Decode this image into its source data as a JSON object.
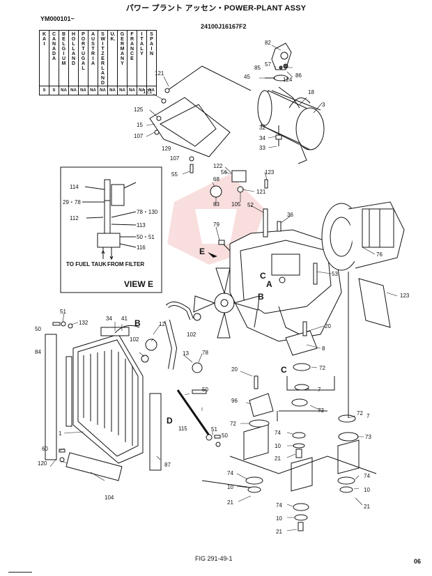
{
  "header": {
    "title": "パワー プラント アッセン・POWER-PLANT ASSY",
    "serial_from": "YM000101~",
    "assembly_number": "24100J16167F2"
  },
  "country_table": {
    "names": [
      "KAI",
      "CANADA",
      "BELGIUM",
      "HOLLAND",
      "PORTUGAL",
      "AUSTRIA",
      "SWITZERLAND",
      "U.K.",
      "GERMANY",
      "FRANCE",
      "ITALY",
      "SPAIN"
    ],
    "codes": [
      "S",
      "S",
      "NA",
      "NA",
      "NA",
      "NA",
      "NA",
      "NA",
      "NA",
      "NA",
      "NA",
      "NA"
    ]
  },
  "view_e": {
    "title": "VIEW E",
    "to_fuel_tank": "TO FUEL TAUK",
    "from_filter": "FROM FILTER",
    "callouts": [
      "114",
      "29・78",
      "78・130",
      "112",
      "113",
      "50・51",
      "116"
    ]
  },
  "view_labels": {
    "A": "A",
    "B": "B",
    "C": "C",
    "D": "D",
    "E": "E"
  },
  "callouts": {
    "c82": "82",
    "c57": "57",
    "c85": "85",
    "c45": "45",
    "c86": "86",
    "c124": "124",
    "c121a": "121",
    "c121b": "121",
    "c121c": "121",
    "c18": "18",
    "c3": "3",
    "c125": "125",
    "c15": "15",
    "c107a": "107",
    "c107b": "107",
    "c129": "129",
    "c32": "32",
    "c34": "34",
    "c33": "33",
    "c122": "122",
    "c56": "56",
    "c123a": "123",
    "c55": "55",
    "c68": "68",
    "c83": "83",
    "c105": "105",
    "c52": "52",
    "c36": "36",
    "c79": "79",
    "c76": "76",
    "c53": "53",
    "c123b": "123",
    "c51a": "51",
    "c50a": "50",
    "c132": "132",
    "c34b": "34",
    "c41": "41",
    "c12": "12",
    "c102a": "102",
    "c102b": "102",
    "c84": "84",
    "c13": "13",
    "c78": "78",
    "c20a": "20",
    "c8": "8",
    "c20b": "20",
    "c72a": "72",
    "c7a": "7",
    "c96": "96",
    "c73a": "73",
    "c72b": "72",
    "c7b": "7",
    "c50b": "50",
    "c51b": "51",
    "c115": "115",
    "c87": "87",
    "c1": "1",
    "c60": "60",
    "c120": "120",
    "c104": "104",
    "c74a": "74",
    "c10a": "10",
    "c21a": "21",
    "c72c": "72",
    "c73b": "73",
    "c74b": "74",
    "c10b": "10",
    "c21b": "21",
    "c74c": "74",
    "c10c": "10",
    "c21c": "21",
    "c74d": "74",
    "c10d": "10",
    "c21d": "21"
  },
  "footer": {
    "figure": "FIG 291-49-1",
    "page": "06"
  },
  "colors": {
    "line": "#111111",
    "watermark": "#e05050"
  }
}
